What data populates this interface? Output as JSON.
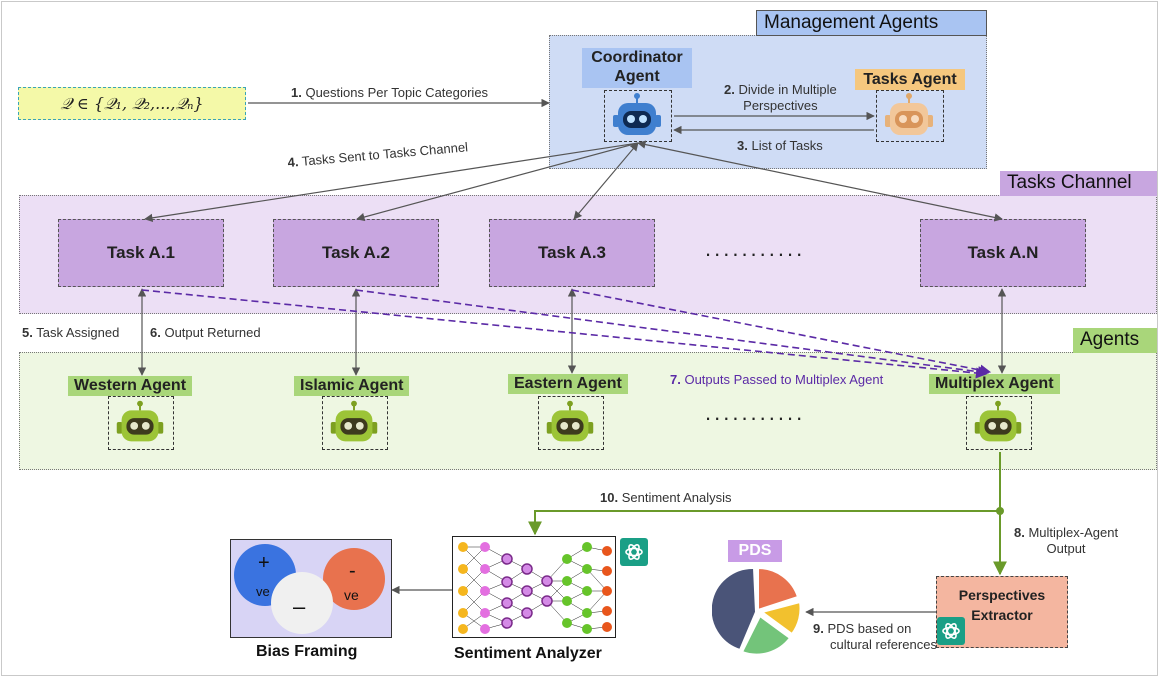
{
  "headers": {
    "management": "Management Agents",
    "tasks_channel": "Tasks Channel",
    "agents": "Agents"
  },
  "query": {
    "text": "𝒬 ∈ {𝒬₁, 𝒬₂,...,𝒬ₙ}"
  },
  "coordinator": {
    "title_line1": "Coordinator",
    "title_line2": "Agent"
  },
  "tasks_agent": {
    "title": "Tasks Agent"
  },
  "tasks": [
    "Task A.1",
    "Task A.2",
    "Task A.3",
    "Task A.N"
  ],
  "ellipsis": "...........",
  "agents": [
    "Western Agent",
    "Islamic Agent",
    "Eastern Agent",
    "Multiplex Agent"
  ],
  "steps": {
    "s1": {
      "num": "1.",
      "text": "Questions Per Topic Categories"
    },
    "s2": {
      "num": "2.",
      "line1": "Divide in Multiple",
      "line2": "Perspectives"
    },
    "s3": {
      "num": "3.",
      "text": "List of Tasks"
    },
    "s4": {
      "num": "4.",
      "text": "Tasks Sent to Tasks Channel"
    },
    "s5": {
      "num": "5.",
      "text": "Task Assigned"
    },
    "s6": {
      "num": "6.",
      "text": "Output Returned"
    },
    "s7": {
      "num": "7.",
      "text": "Outputs Passed to Multiplex Agent"
    },
    "s8": {
      "num": "8.",
      "line1": "Multiplex-Agent",
      "line2": "Output"
    },
    "s9": {
      "num": "9.",
      "line1": "PDS based on",
      "line2": "cultural references"
    },
    "s10": {
      "num": "10.",
      "text": "Sentiment Analysis"
    }
  },
  "pds": {
    "label": "PDS"
  },
  "extractor": {
    "line1": "Perspectives",
    "line2": "Extractor"
  },
  "bias": {
    "caption": "Bias Framing",
    "plus_sign": "+",
    "plus_ve": "ve",
    "minus_sign": "-",
    "minus_ve": "ve",
    "neutral": "–"
  },
  "sentiment": {
    "caption": "Sentiment Analyzer"
  },
  "colors": {
    "management_bg": "#cfdcf5",
    "tasks_bg": "#ecdff5",
    "agents_bg": "#eef7e2",
    "task_box": "#c8a6e0",
    "agent_label": "#a9d67a",
    "green_flow": "#6a9a2a",
    "purple_dash": "#5b2aa6",
    "extractor": "#f4b6a0",
    "pds_label": "#c89be6"
  }
}
